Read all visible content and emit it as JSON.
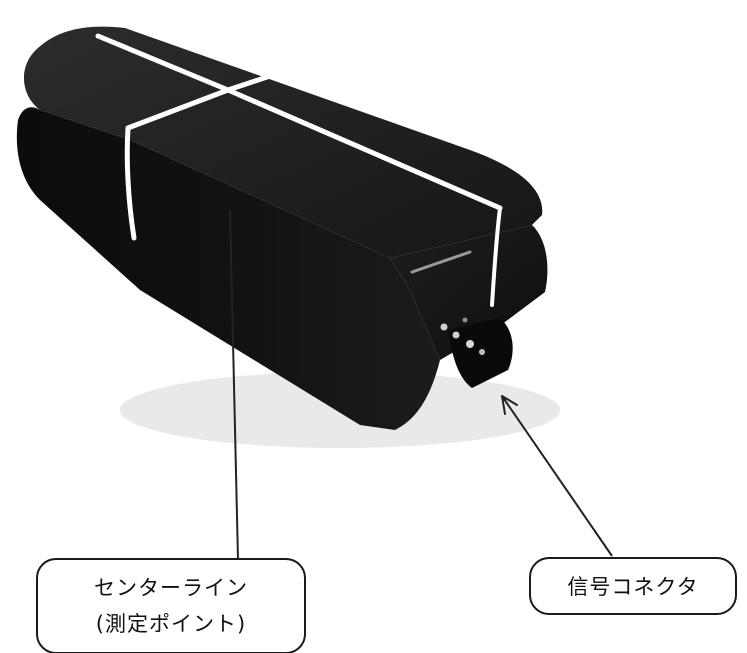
{
  "callouts": {
    "center_line": {
      "line1": "センターライン",
      "line2": "(測定ポイント)"
    },
    "signal_connector": {
      "label": "信号コネクタ"
    }
  },
  "colors": {
    "sensor_body": "#141414",
    "marking_line": "#ffffff",
    "leader_line": "#222222",
    "background": "#ffffff"
  }
}
